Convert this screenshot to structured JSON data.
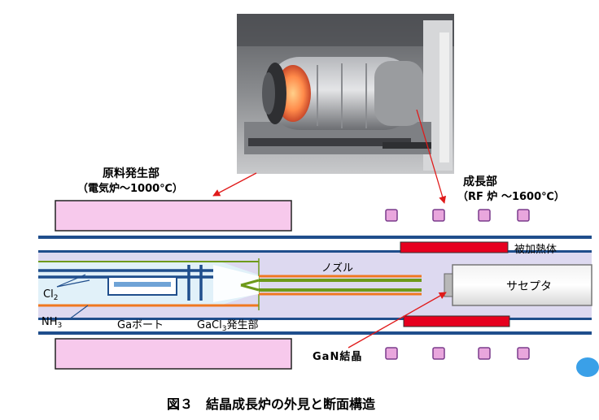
{
  "labels": {
    "source_title": "原料発生部",
    "source_sub": "（電気炉～1000℃）",
    "growth_title": "成長部",
    "growth_sub": "（RF 炉 ～1600℃）",
    "heater": "被加熱体",
    "nozzle": "ノズル",
    "susceptor": "サセプタ",
    "cl2_main": "Cl",
    "cl2_sub": "2",
    "nh3_main": "NH",
    "nh3_sub": "3",
    "ga_boat": "Gaボート",
    "gacl3_pre": "GaCl",
    "gacl3_sub": "3",
    "gacl3_post": "発生部",
    "gan_crystal": "GaN結晶"
  },
  "caption": "図３　結晶成長炉の外見と断面構造",
  "colors": {
    "pink_block": "#f7c9ec",
    "reactor_inner": "#ddd9f0",
    "inner_tube": "#e1f1f9",
    "heater_red": "#e6001e",
    "pipe_blue": "#1f4e8c",
    "nozzle_green": "#6e9a1a",
    "nozzle_orange": "#f07820",
    "arrow_red": "#e01a1a",
    "coil_fill": "#e9a6dd",
    "coil_stroke": "#7a3c8c"
  }
}
